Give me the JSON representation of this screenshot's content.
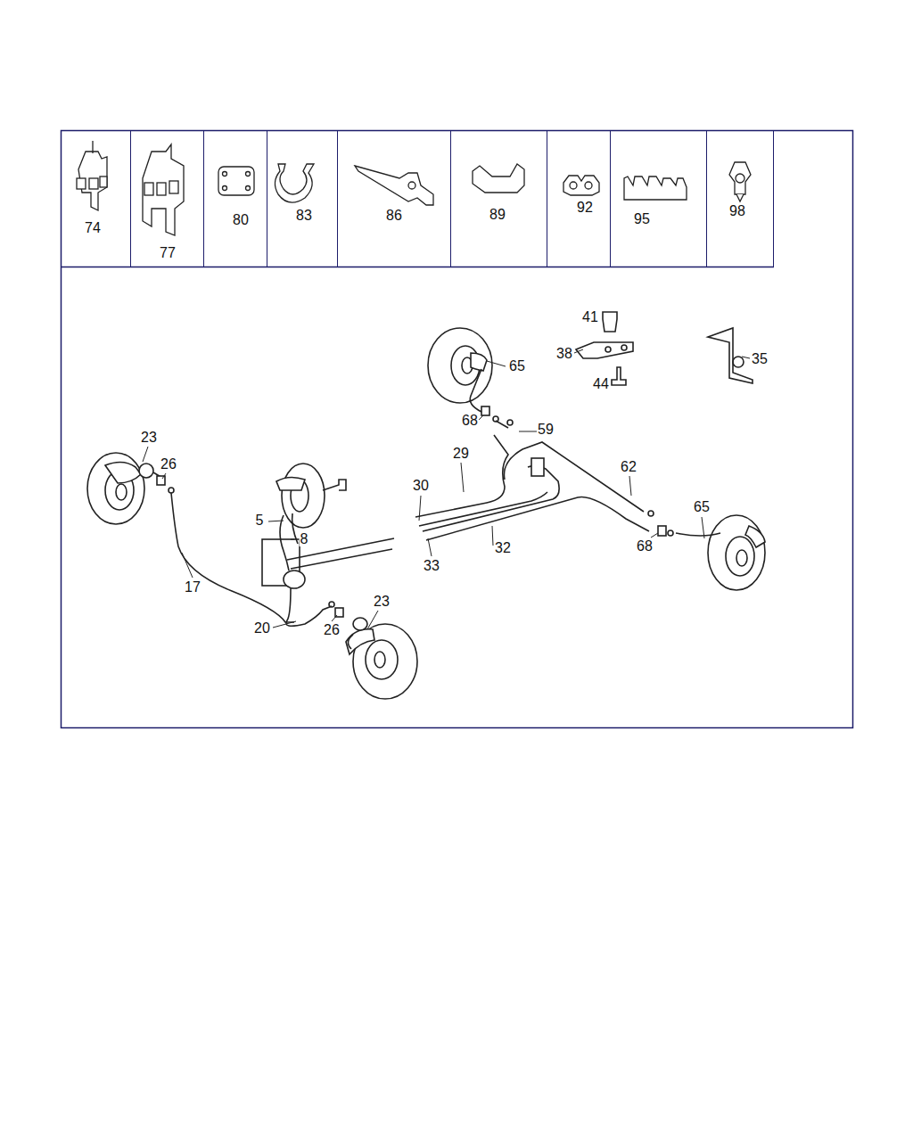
{
  "diagram": {
    "nodes": [
      {
        "text": [
          "74"
        ]
      },
      {
        "text": [
          "77"
        ]
      },
      {
        "text": [
          "80"
        ]
      },
      {
        "text": [
          "83"
        ]
      },
      {
        "text": [
          "86"
        ]
      },
      {
        "text": [
          "89"
        ]
      },
      {
        "text": [
          "92"
        ]
      },
      {
        "text": [
          "95"
        ]
      },
      {
        "text": [
          "98"
        ]
      }
    ],
    "labels": [
      "41",
      "65",
      "38",
      "35",
      "44",
      "68",
      "59",
      "23",
      "26",
      "29",
      "62",
      "30",
      "65",
      "5",
      "8",
      "32",
      "33",
      "68",
      "17",
      "23",
      "20",
      "26"
    ]
  }
}
